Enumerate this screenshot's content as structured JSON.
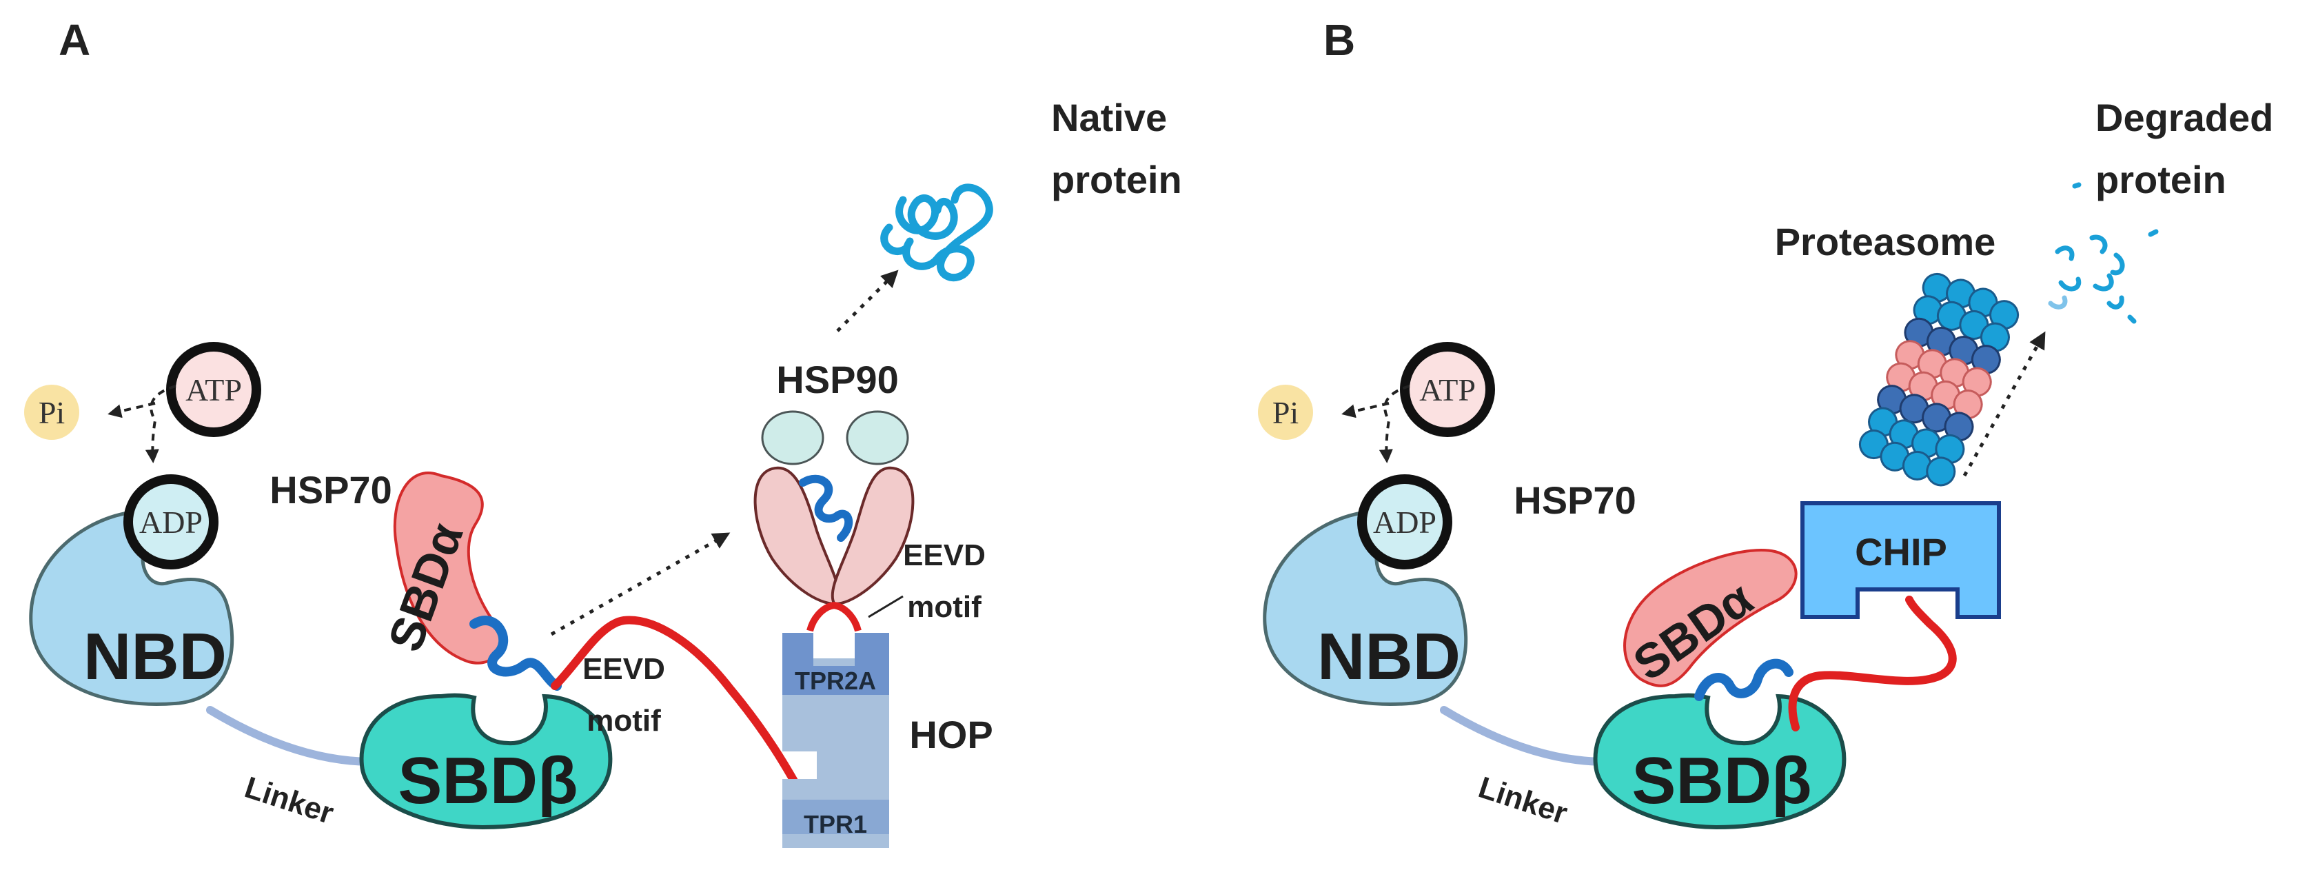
{
  "panel_a": {
    "panel_label": "A",
    "pi": "Pi",
    "atp": "ATP",
    "adp": "ADP",
    "hsp70": "HSP70",
    "nbd": "NBD",
    "sbd_alpha": "SBDα",
    "sbd_beta": "SBDβ",
    "linker": "Linker",
    "eevd_line1": "EEVD",
    "eevd_line2": "motif",
    "hsp90": "HSP90",
    "eevd90_line1": "EEVD",
    "eevd90_line2": "motif",
    "tpr2a": "TPR2A",
    "tpr1": "TPR1",
    "hop": "HOP",
    "native_line1": "Native",
    "native_line2": "protein"
  },
  "panel_b": {
    "panel_label": "B",
    "pi": "Pi",
    "atp": "ATP",
    "adp": "ADP",
    "hsp70": "HSP70",
    "nbd": "NBD",
    "sbd_alpha": "SBDα",
    "sbd_beta": "SBDβ",
    "linker": "Linker",
    "chip": "CHIP",
    "proteasome": "Proteasome",
    "degraded_line1": "Degraded",
    "degraded_line2": "protein"
  },
  "colors": {
    "nbd": "#a9d8f0",
    "sbd_beta": "#3fd6c6",
    "sbd_alpha": "#f4a3a3",
    "tail": "#e02020",
    "substrate": "#1c6fc4",
    "hsp90_body": "#f2cbcb",
    "hsp90_ntd": "#cfece9",
    "hop": "#a8c0dc",
    "chip": "#6cc4ff",
    "pi": "#f9e3a3",
    "atp": "#fbe1e1",
    "adp": "#cfeef3"
  }
}
